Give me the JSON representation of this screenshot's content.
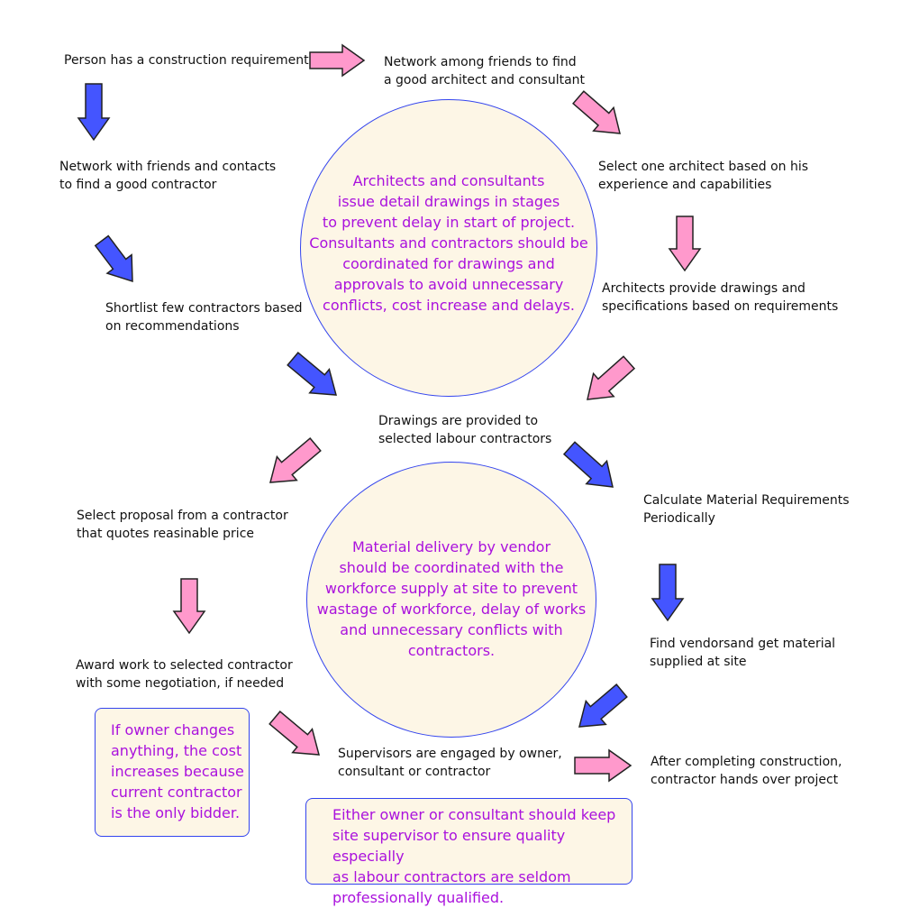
{
  "colors": {
    "pink_arrow": "#ff99cc",
    "blue_arrow": "#4455ff",
    "arrow_stroke": "#222222",
    "circle_border": "#3344ee",
    "circle_fill": "#fdf6e6",
    "highlight_text": "#aa11dd"
  },
  "steps": {
    "requirement": "Person has a construction requirement",
    "network_architect": "Network among friends to find\na good architect and consultant",
    "select_architect": "Select one architect based on his\nexperience and capabilities",
    "architect_drawings": "Architects provide drawings and\nspecifications based on requirements",
    "network_contractor": "Network with friends and contacts\nto find a good contractor",
    "shortlist": "Shortlist few contractors based\non recommendations",
    "drawings_provided": "Drawings are provided to\nselected labour contractors",
    "select_proposal": "Select proposal from a contractor\nthat  quotes reasinable price",
    "calculate_material": "Calculate Material Requirements\nPeriodically",
    "award_work": "Award work to selected contractor\nwith some negotiation, if needed",
    "find_vendors": "Find vendorsand get material\nsupplied at site",
    "supervisors": "Supervisors are engaged by owner,\nconsultant or contractor",
    "handover": "After completing construction,\ncontractor hands over project"
  },
  "circles": {
    "top": "Architects and consultants\nissue detail drawings in stages\nto prevent delay in start of project.\nConsultants and contractors should be\ncoordinated for drawings and\napprovals to avoid unnecessary\nconflicts, cost increase and delays.",
    "bottom": "Material delivery by vendor\nshould be coordinated with the\nworkforce supply at site to prevent\nwastage of workforce, delay of works\nand unnecessary conflicts with\ncontractors."
  },
  "notes": {
    "owner_changes": "If owner changes\nanything, the cost\nincreases because\ncurrent contractor\nis the only bidder.",
    "site_supervisor": "Either owner or consultant should keep\nsite supervisor to ensure quality especially\nas labour contractors are seldom\nprofessionally qualified."
  }
}
